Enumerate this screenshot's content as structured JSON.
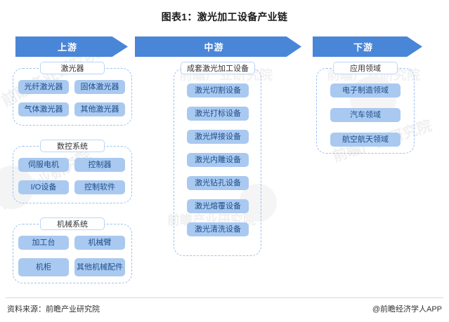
{
  "chart_data": {
    "type": "diagram",
    "title": "图表1：激光加工设备产业链",
    "diagram_kind": "industry-chain",
    "columns": [
      {
        "stage": "上游",
        "groups": [
          {
            "label": "激光器",
            "items": [
              "光纤激光器",
              "固体激光器",
              "气体激光器",
              "其他激光器"
            ]
          },
          {
            "label": "数控系统",
            "items": [
              "伺服电机",
              "控制器",
              "I/O设备",
              "控制软件"
            ]
          },
          {
            "label": "机械系统",
            "items": [
              "加工台",
              "机械臂",
              "机柜",
              "其他机械配件"
            ]
          }
        ]
      },
      {
        "stage": "中游",
        "groups": [
          {
            "label": "成套激光加工设备",
            "items": [
              "激光切割设备",
              "激光打标设备",
              "激光焊接设备",
              "激光内雕设备",
              "激光钻孔设备",
              "激光熔覆设备",
              "激光清洗设备"
            ]
          }
        ]
      },
      {
        "stage": "下游",
        "groups": [
          {
            "label": "应用领域",
            "items": [
              "电子制造领域",
              "汽车领域",
              "航空航天领域"
            ]
          }
        ]
      }
    ]
  },
  "header": {
    "title": "图表1：激光加工设备产业链"
  },
  "stages": {
    "upstream": "上游",
    "midstream": "中游",
    "downstream": "下游"
  },
  "upstream": {
    "laser": {
      "title": "激光器",
      "items": [
        "光纤激光器",
        "固体激光器",
        "气体激光器",
        "其他激光器"
      ]
    },
    "cnc": {
      "title": "数控系统",
      "items": [
        "伺服电机",
        "控制器",
        "I/O设备",
        "控制软件"
      ]
    },
    "mechanical": {
      "title": "机械系统",
      "items": [
        "加工台",
        "机械臂",
        "机柜",
        "其他机械配件"
      ]
    }
  },
  "midstream": {
    "equipment": {
      "title": "成套激光加工设备",
      "items": [
        "激光切割设备",
        "激光打标设备",
        "激光焊接设备",
        "激光内雕设备",
        "激光钻孔设备",
        "激光熔覆设备",
        "激光清洗设备"
      ]
    }
  },
  "downstream": {
    "application": {
      "title": "应用领域",
      "items": [
        "电子制造领域",
        "汽车领域",
        "航空航天领域"
      ]
    }
  },
  "footer": {
    "source": "资料来源：前瞻产业研究院",
    "credit": "@前瞻经济学人APP"
  },
  "watermarks": {
    "w1": "前瞻产业研究院",
    "w2": "前瞻产业研究院",
    "w3": "前瞻产业研究院",
    "w4": "前瞻产业研究院",
    "w5": "前瞻产业研究院",
    "w6": "前瞻产业研究院"
  },
  "colors": {
    "arrow_blue": "#4a86d8",
    "item_blue": "#a9c9f0",
    "item_text": "#1f4e89",
    "dashed_border": "#9cc0ef",
    "group_title_border": "#bcd6f5"
  }
}
